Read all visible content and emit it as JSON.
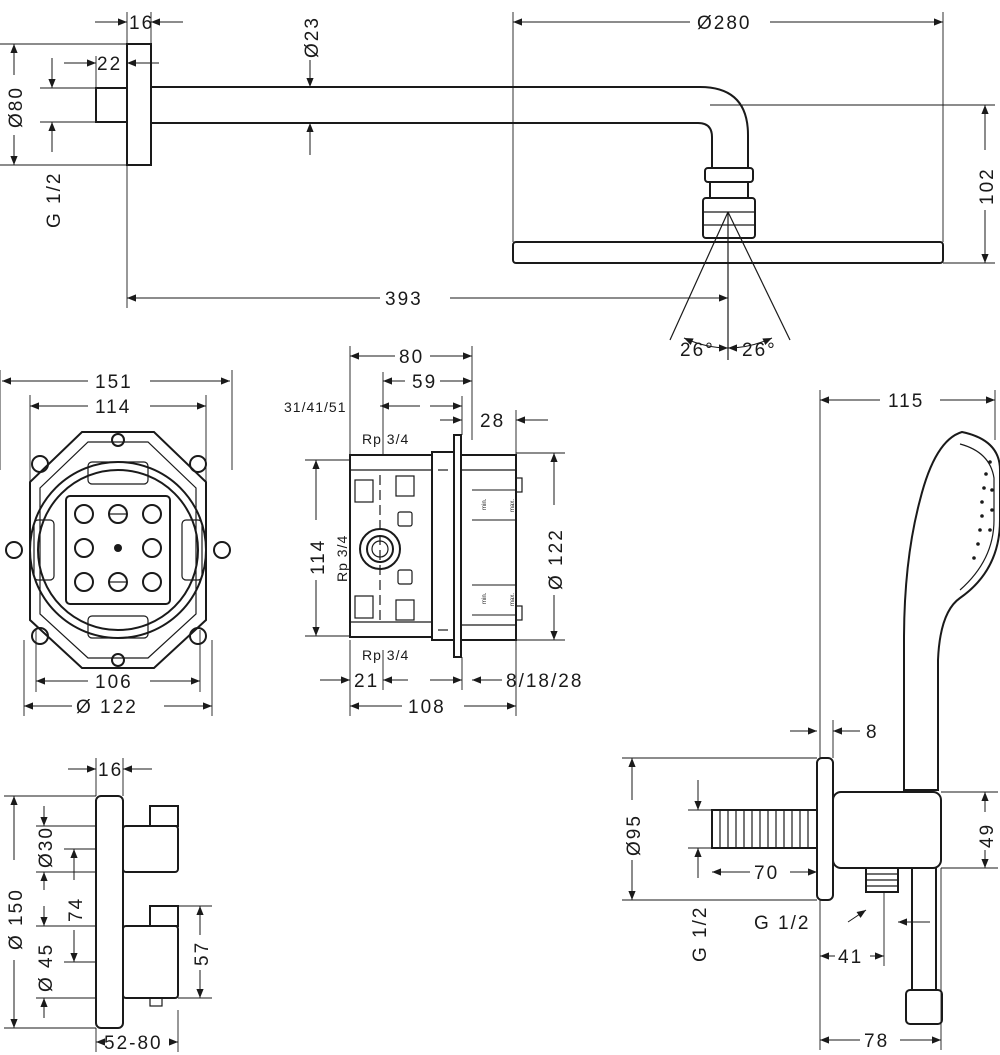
{
  "overhead_shower": {
    "flange_thickness": "16",
    "connector_length": "22",
    "arm_diameter": "Ø23",
    "head_diameter": "Ø280",
    "flange_diameter": "Ø80",
    "thread": "G 1/2",
    "height": "102",
    "projection": "393",
    "spray_angle_left": "26°",
    "spray_angle_right": "26°"
  },
  "install_box_front": {
    "outer_width": "151",
    "inner_width": "114",
    "bottom_width": "106",
    "bottom_diameter": "Ø 122"
  },
  "install_box_side": {
    "top_depth": "80",
    "top_depth_inner": "59",
    "offsets": "31/41/51",
    "cover": "28",
    "thread_top": "Rp 3/4",
    "thread_mid": "Rp 3/4",
    "thread_bottom": "Rp 3/4",
    "height": "114",
    "cover_diameter": "Ø 122",
    "bottom_offset": "21",
    "adjust": "8/18/28",
    "total_depth": "108",
    "scale_min_top": "min.",
    "scale_max_top": "max.",
    "scale_min_bottom": "min.",
    "scale_max_bottom": "max."
  },
  "thermostat": {
    "plate_thickness": "16",
    "plate_height": "Ø 150",
    "knob_top_diameter": "Ø30",
    "knob_spacing": "74",
    "knob_bottom_diameter": "Ø 45",
    "knob_height": "57",
    "projection": "52-80"
  },
  "hand_shower": {
    "head_width": "115",
    "flange_thickness": "8",
    "flange_diameter": "Ø95",
    "outlet_height": "49",
    "thread_length": "70",
    "thread_left": "G 1/2",
    "thread_bottom": "G 1/2",
    "outlet_offset": "41",
    "depth": "78"
  }
}
